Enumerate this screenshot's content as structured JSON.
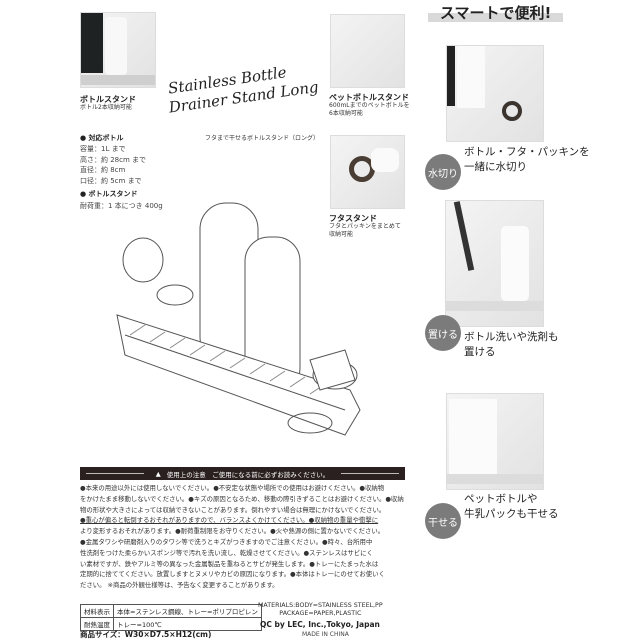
{
  "header": {
    "title": "スマートで便利!"
  },
  "product": {
    "script_title_line1": "Stainless Bottle",
    "script_title_line2": "Drainer Stand Long",
    "subtitle": "フタまで干せるボトルスタンド（ロング）"
  },
  "features_left": [
    {
      "title": "ボトルスタンド",
      "desc": [
        "ボトル2本収納可能"
      ]
    },
    {
      "title": "ペットボトルスタンド",
      "desc": [
        "600mLまでのペットボトルを",
        "6本収納可能"
      ]
    },
    {
      "title": "フタスタンド",
      "desc": [
        "フタとパッキンをまとめて",
        "収納可能"
      ]
    }
  ],
  "specs": {
    "compatible_heading": "● 対応ボトル",
    "compatible": [
      "容量：1L まで",
      "高さ：約 28cm まで",
      "直径：約 8cm",
      "口径：約 5cm まで"
    ],
    "stand_heading": "● ボトルスタンド",
    "stand": [
      "耐荷重：1 本につき 400g"
    ]
  },
  "highlights": [
    {
      "badge": "水切り",
      "caption": [
        "ボトル・フタ・パッキンを",
        "一緒に水切り"
      ]
    },
    {
      "badge": "置ける",
      "caption": [
        "ボトル洗いや洗剤も",
        "置ける"
      ]
    },
    {
      "badge": "干せる",
      "caption": [
        "ペットボトルや",
        "牛乳パックも干せる"
      ]
    }
  ],
  "warning": {
    "heading": "使用上の注意　ご使用になる前に必ずお読みください。",
    "lines": [
      "●本来の用途以外には使用しないでください。●不安定な状態や場所での使用はお避けください。●収納物",
      "をかけたまま移動しないでください。●キズの原因となるため、移動の際引きずることはお避けください。●収納",
      "物の形状や大きさによっては収納できないことがあります。倒れやすい場合は無理にかけないでください。",
      "●重心が偏ると転倒するおそれがありますので、バランスよくかけてください。●収納物の重量や衝撃に",
      "より変形するおそれがあります。●耐荷重制限をお守りください。●火や熱源の側に置かないでください。",
      "●金属タワシや研磨剤入りのタワシ等で洗うとキズがつきますのでご注意ください。●時々、台所用中",
      "性洗剤をつけた柔らかいスポンジ等で汚れを洗い流し、乾燥させてください。●ステンレスはサビにく",
      "い素材ですが、鉄やアルミ等の異なった金属製品を重ねるとサビが発生します。●トレーにたまった水は",
      "定期的に捨ててください。放置しますとヌメリやカビの原因になります。●本体はトレーにのせてお使いく",
      "ださい。 ※商品の外観仕様等は、予告なく変更することがあります。"
    ]
  },
  "materials_table": [
    {
      "label": "材料表示",
      "value": "本体=ステンレス鋼線、トレー=ポリプロピレン"
    },
    {
      "label": "耐熱温度",
      "value": "トレー=100℃"
    }
  ],
  "size": "商品サイズ：W30×D7.5×H12(cm)",
  "materials_en": [
    "MATERIALS:BODY=STAINLESS STEEL,PP",
    "PACKAGE=PAPER,PLASTIC"
  ],
  "maker": "QC by LEC, Inc.,Tokyo, Japan",
  "origin": "MADE IN CHINA",
  "colors": {
    "badge": "#7b7b7b",
    "warning_bar": "#2b2020",
    "header_bar": "#d9d9d9"
  }
}
